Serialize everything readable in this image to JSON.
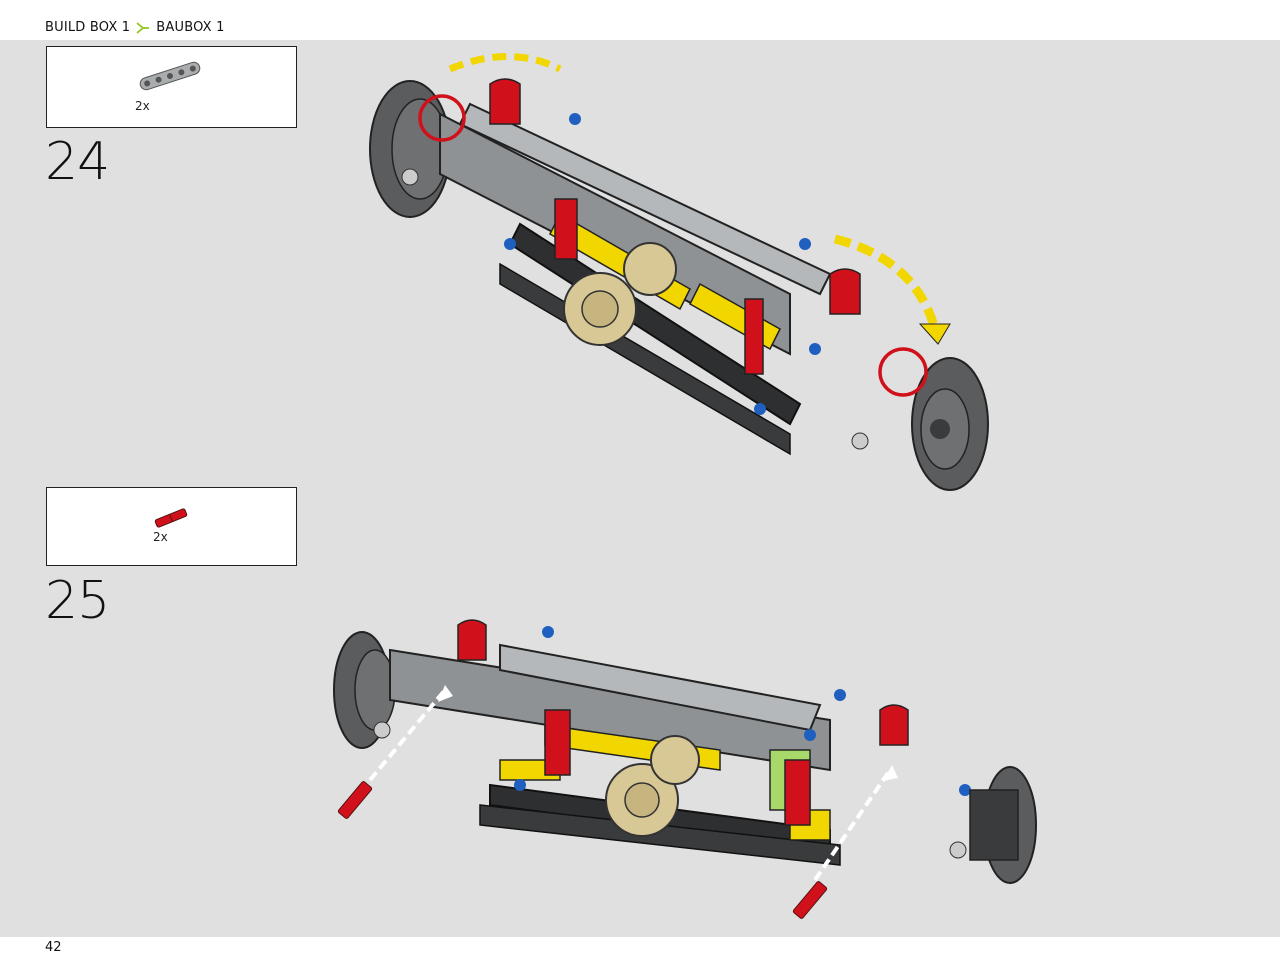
{
  "header": {
    "breadcrumb_left": "BUILD BOX 1",
    "breadcrumb_right": "BAUBOX 1",
    "separator_icon": "chevron-y-icon",
    "accent_color": "#9acd32"
  },
  "steps": [
    {
      "number": "24",
      "parts": [
        {
          "part_icon": "grey-liftarm-beam-icon",
          "quantity": "2x"
        }
      ]
    },
    {
      "number": "25",
      "parts": [
        {
          "part_icon": "red-axle-pin-icon",
          "quantity": "2x"
        }
      ]
    }
  ],
  "footer": {
    "page_number": "42"
  },
  "colors": {
    "page_background": "#e0e0e0",
    "red": "#d0111b",
    "yellow": "#f2d600",
    "grey": "#9ea2a4",
    "dark_grey": "#555759",
    "tan": "#d8c896",
    "blue": "#1e5fbf",
    "lime": "#a8d86a"
  }
}
